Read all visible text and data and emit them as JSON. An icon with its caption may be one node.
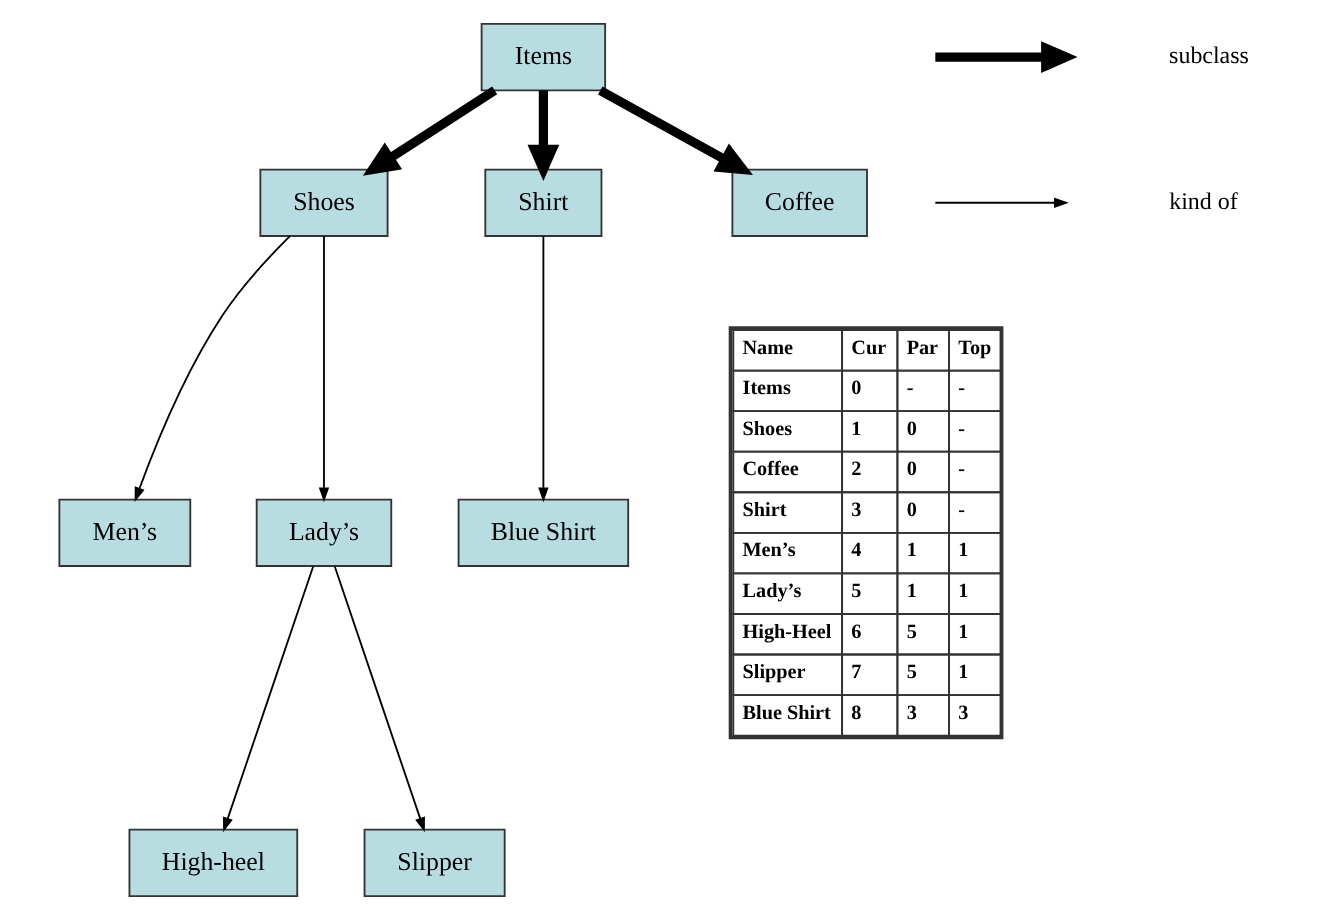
{
  "diagram": {
    "nodes": [
      {
        "text": [
          "Items"
        ]
      },
      {
        "text": [
          "Shoes"
        ]
      },
      {
        "text": [
          "Shirt"
        ]
      },
      {
        "text": [
          "Coffee"
        ]
      },
      {
        "text": [
          "Men’s"
        ]
      },
      {
        "text": [
          "Lady’s"
        ]
      },
      {
        "text": [
          "Blue Shirt"
        ]
      },
      {
        "text": [
          "High-heel"
        ]
      },
      {
        "text": [
          "Slipper"
        ]
      }
    ],
    "edges": [
      {
        "from": 0,
        "to": 1,
        "arrow": "to",
        "style": "thick"
      },
      {
        "from": 0,
        "to": 2,
        "arrow": "to",
        "style": "thick"
      },
      {
        "from": 0,
        "to": 3,
        "arrow": "to",
        "style": "thick"
      },
      {
        "from": 1,
        "to": 4,
        "arrow": "to"
      },
      {
        "from": 1,
        "to": 5,
        "arrow": "to"
      },
      {
        "from": 2,
        "to": 6,
        "arrow": "to"
      },
      {
        "from": 5,
        "to": 7,
        "arrow": "to"
      },
      {
        "from": 5,
        "to": 8,
        "arrow": "to"
      }
    ],
    "labels": [
      "Name",
      "Cur",
      "Par",
      "Top",
      "Items",
      "0",
      "-",
      "-",
      "Shoes",
      "1",
      "0",
      "-",
      "Coffee",
      "2",
      "0",
      "-",
      "Shirt",
      "3",
      "0",
      "-",
      "Men’s",
      "4",
      "1",
      "1",
      "Lady’s",
      "5",
      "1",
      "1",
      "High-Heel",
      "6",
      "5",
      "1",
      "Slipper",
      "7",
      "5",
      "1",
      "Blue Shirt",
      "8",
      "3",
      "3"
    ],
    "legend": [
      {
        "text": "subclass"
      },
      {
        "text": "kind of"
      }
    ]
  }
}
